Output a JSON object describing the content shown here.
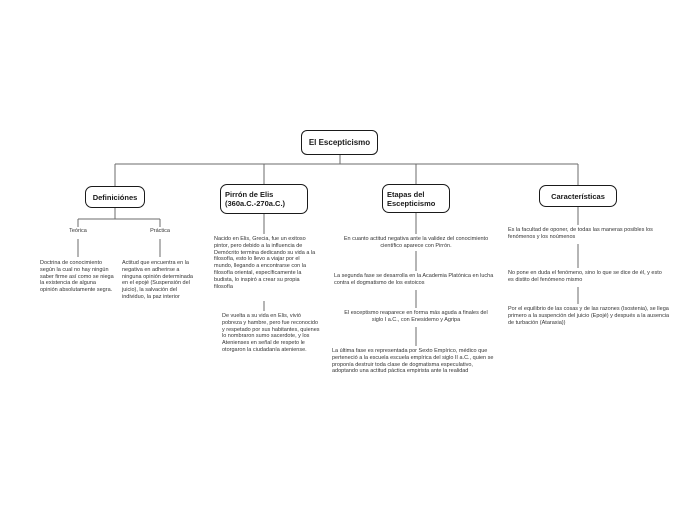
{
  "map": {
    "root": "El Escepticismo",
    "branches": {
      "definiciones": {
        "label": "Definiciónes",
        "teorica": {
          "label": "Teórica",
          "text": "Doctrina de conocimiento según la cual no hay ningún saber firme así como se niega la existencia de alguna opinión absolutamente segra."
        },
        "practica": {
          "label": "Práctica",
          "text": "Actitud que encuentra en la negativa en adherirse a ninguna opinión determinada en el epojé (Suspensión del juicio), la salvación del individuo, la paz interior"
        }
      },
      "pirron": {
        "label": "Pirrón de Elis\n(360a.C.-270a.C.)",
        "note1": "Nacido en Elis, Grecia, fue un exitoso pintor, pero debido a la influencia de Demócrito termina dedicando su vida a la filosofía, esto lo llevo a viajar por el mundo, llegando a encontrarse con la filosofía oriental, específicamente la budista, lo inspiró a crear su propia filosofía",
        "note2": "De vuelta a su vida en Elis, vivió pobreza y hambre, pero fue reconocido y respetado por sus habitantes, quienes lo nombraron sumo sacerdote, y los Atenienses en señal de respeto le otorgaron la ciudadanía ateniense."
      },
      "etapas": {
        "label": "Etapas del\nEscepticismo",
        "note1": "En cuanto actitud negativa ante la validez del conocimiento científico aparece con Pirrón.",
        "note2": "La segunda fase se desarrolla en la Academia Platónica en lucha contra el dogmatismo de los estoicos",
        "note3": "El esceptismo reaparece en forma más aguda a finales del siglo I a.C., con Enesidemo y Agripa",
        "note4": "La última fase es representada por Sexto Empírico, médico que perteneció a la escuela escuela empírica del siglo II a.C., quien se proponía destruir toda clase de dogmatisma especulativo, adoptando una actitud páctica empirista ante la realidad"
      },
      "caracteristicas": {
        "label": "Características",
        "note1": "Es la facultad de oponer, de todas las maneras posibles los fenómenos y los noúmenos",
        "note2": "No pone en duda el fenómeno, sino lo que se dice de él, y esto es distito del fenómeno mismo",
        "note3": "Por el equilibrio de las cosas y de las razones (Isostenia), se llega primero a la suspención del juicio (Epojé) y después a la ausencia de turbación (Ataraxia))"
      }
    }
  },
  "colors": {
    "background": "#ffffff",
    "node_border": "#1a1a1a",
    "node_fill": "#ffffff",
    "body_text": "#333333",
    "connector": "#6b6b6b"
  }
}
